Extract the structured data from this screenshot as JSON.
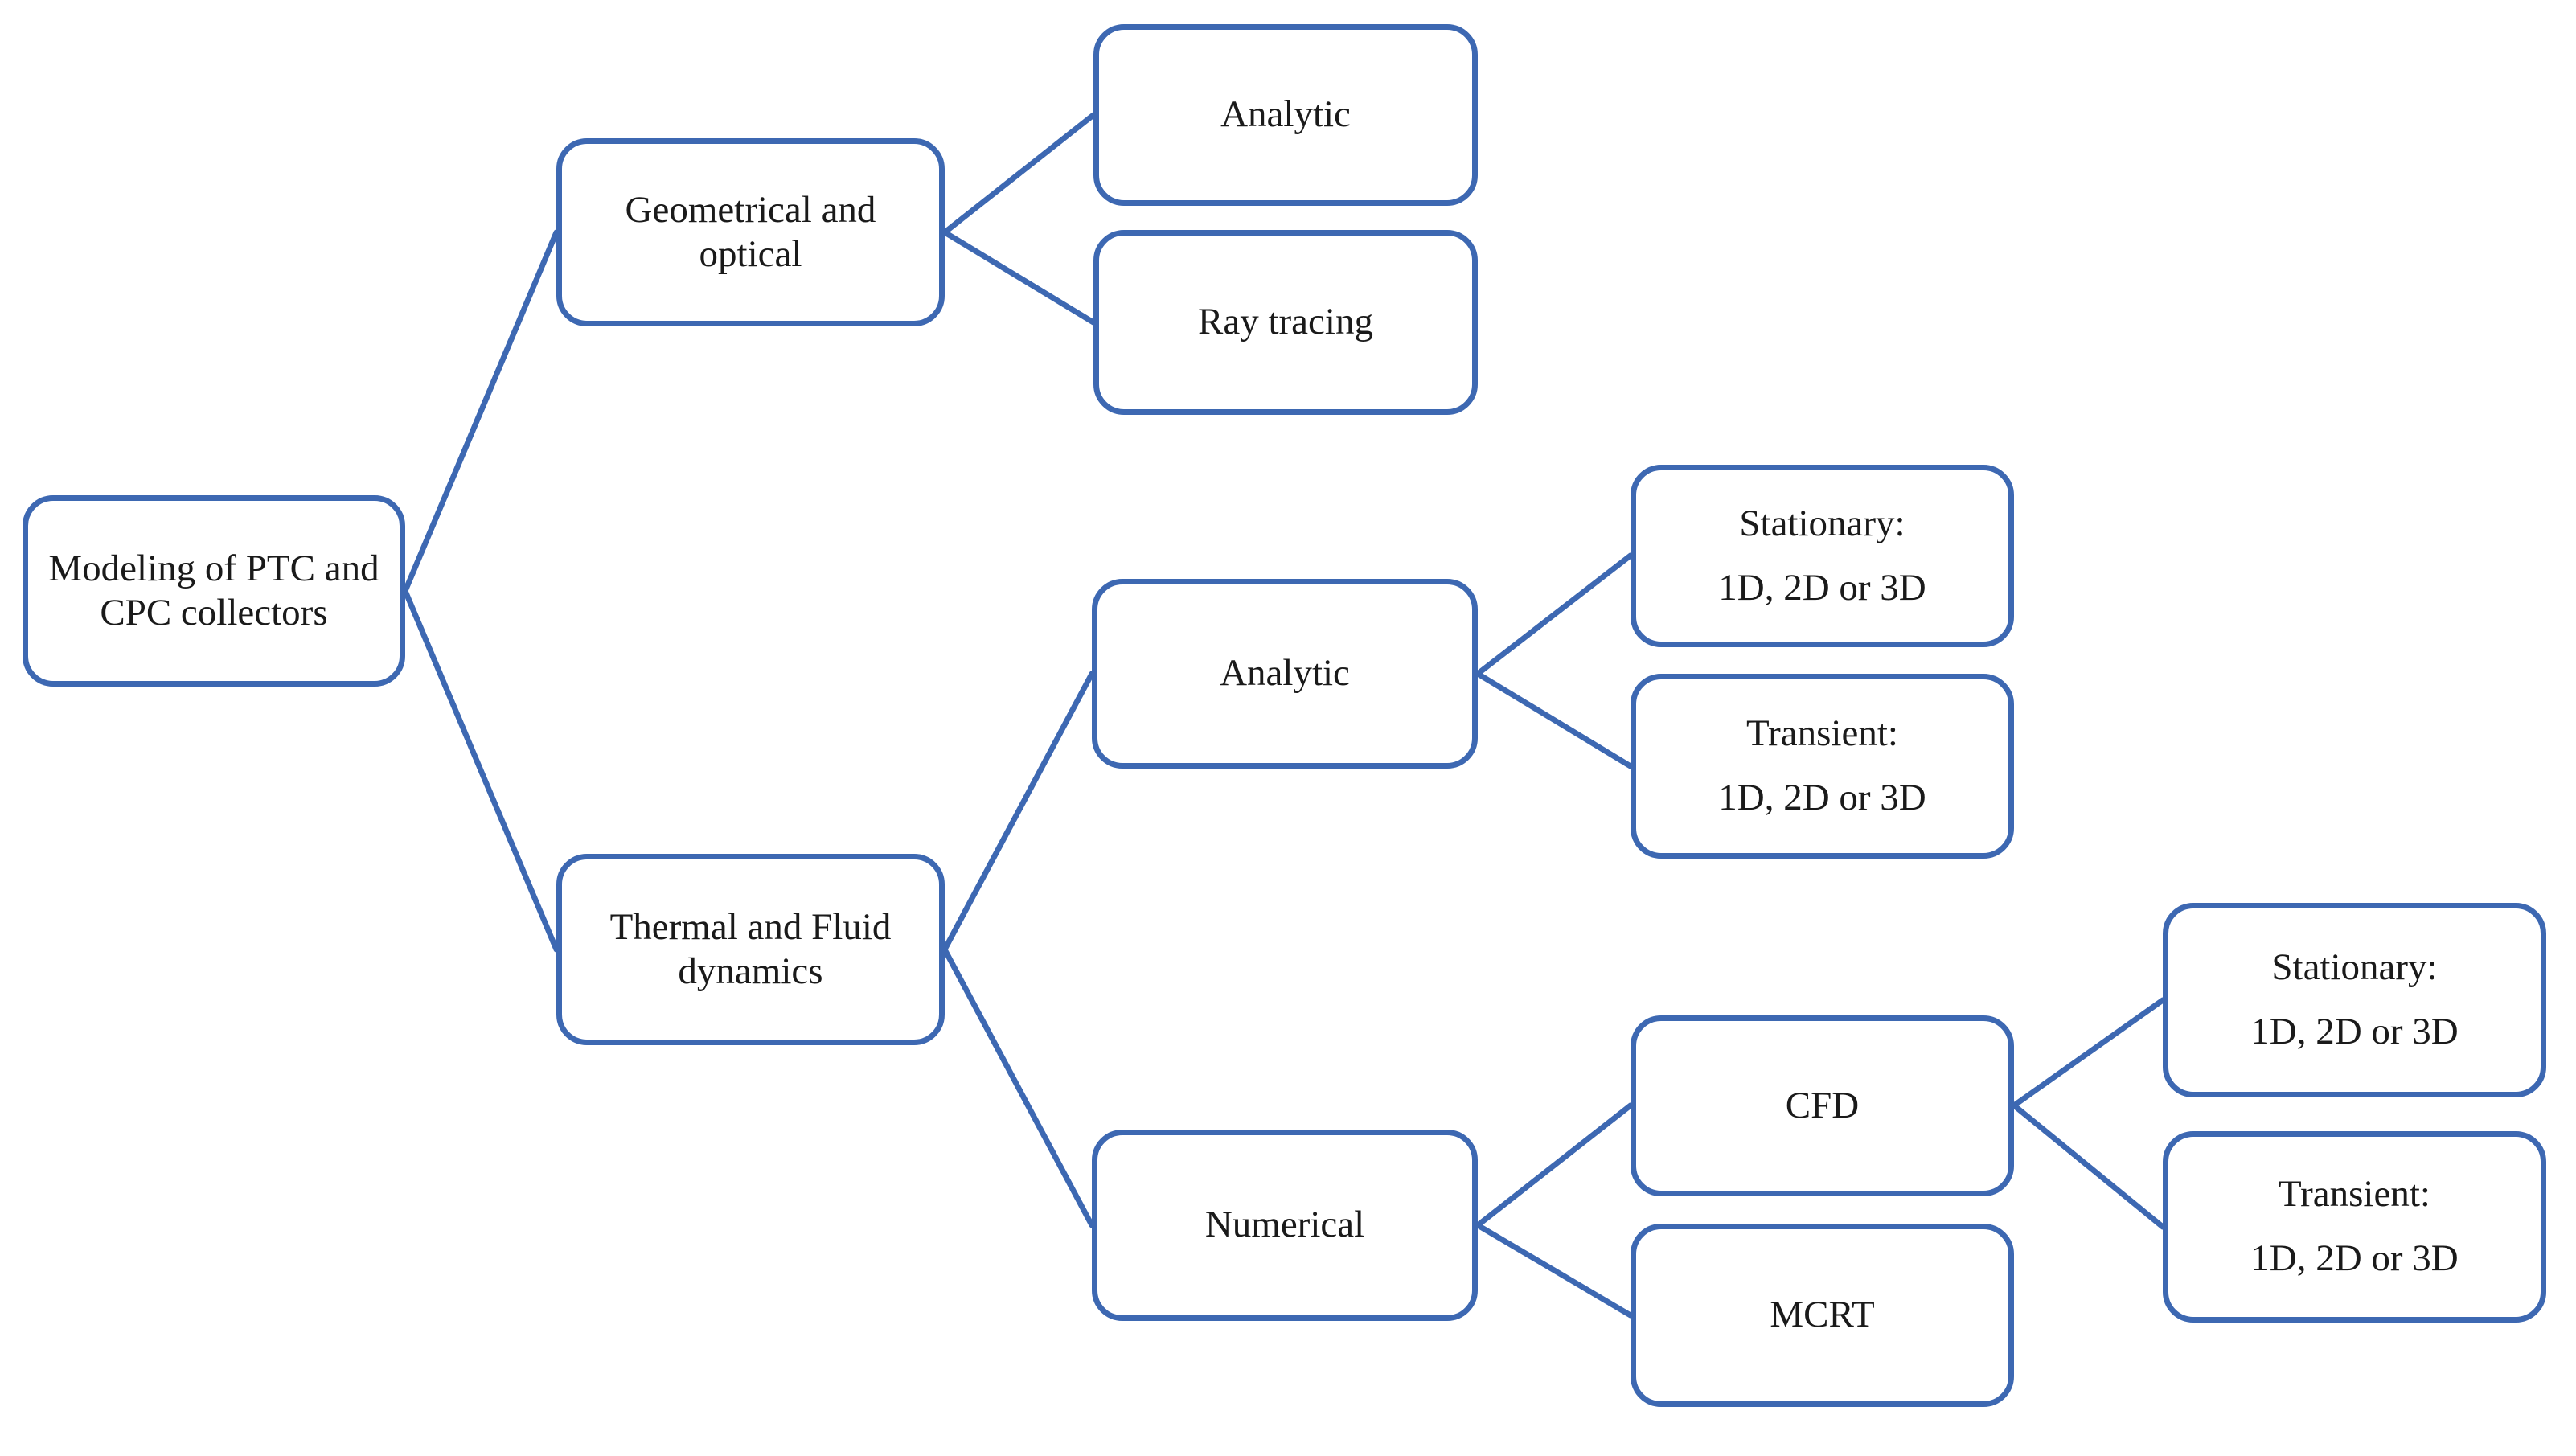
{
  "diagram": {
    "accent_color": "#3D68B2",
    "text_color": "#1a1a1a",
    "background_color": "#ffffff",
    "nodes": {
      "root": {
        "lines": [
          "Modeling of PTC and",
          "CPC collectors"
        ]
      },
      "geometrical_optical": {
        "lines": [
          "Geometrical and",
          "optical"
        ]
      },
      "analytic_optical": {
        "lines": [
          "Analytic"
        ]
      },
      "ray_tracing": {
        "lines": [
          "Ray tracing"
        ]
      },
      "thermal_fluid": {
        "lines": [
          "Thermal and Fluid",
          "dynamics"
        ]
      },
      "analytic_thermal": {
        "lines": [
          "Analytic"
        ]
      },
      "stationary_analytic": {
        "lines": [
          "Stationary:",
          "1D, 2D or 3D"
        ]
      },
      "transient_analytic": {
        "lines": [
          "Transient:",
          "1D, 2D or 3D"
        ]
      },
      "numerical": {
        "lines": [
          "Numerical"
        ]
      },
      "cfd": {
        "lines": [
          "CFD"
        ]
      },
      "mcrt": {
        "lines": [
          "MCRT"
        ]
      },
      "stationary_cfd": {
        "lines": [
          "Stationary:",
          "1D, 2D or 3D"
        ]
      },
      "transient_cfd": {
        "lines": [
          "Transient:",
          "1D, 2D or 3D"
        ]
      }
    },
    "edges": [
      {
        "from": "root",
        "to": "geometrical_optical"
      },
      {
        "from": "root",
        "to": "thermal_fluid"
      },
      {
        "from": "geometrical_optical",
        "to": "analytic_optical"
      },
      {
        "from": "geometrical_optical",
        "to": "ray_tracing"
      },
      {
        "from": "thermal_fluid",
        "to": "analytic_thermal"
      },
      {
        "from": "thermal_fluid",
        "to": "numerical"
      },
      {
        "from": "analytic_thermal",
        "to": "stationary_analytic"
      },
      {
        "from": "analytic_thermal",
        "to": "transient_analytic"
      },
      {
        "from": "numerical",
        "to": "cfd"
      },
      {
        "from": "numerical",
        "to": "mcrt"
      },
      {
        "from": "cfd",
        "to": "stationary_cfd"
      },
      {
        "from": "cfd",
        "to": "transient_cfd"
      }
    ]
  }
}
